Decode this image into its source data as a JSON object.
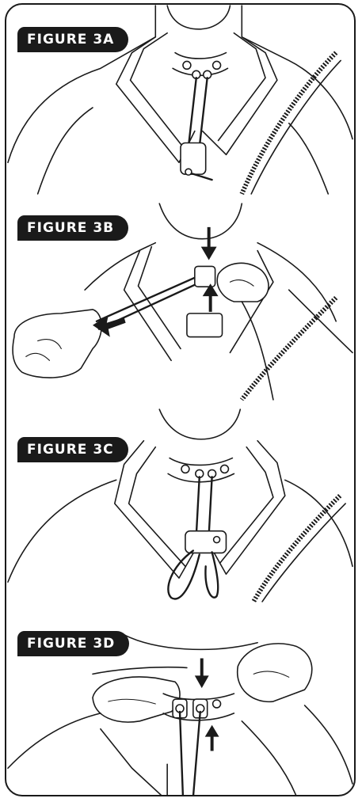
{
  "figures": [
    {
      "label": "FIGURE 3A"
    },
    {
      "label": "FIGURE 3B"
    },
    {
      "label": "FIGURE 3C"
    },
    {
      "label": "FIGURE 3D"
    }
  ]
}
